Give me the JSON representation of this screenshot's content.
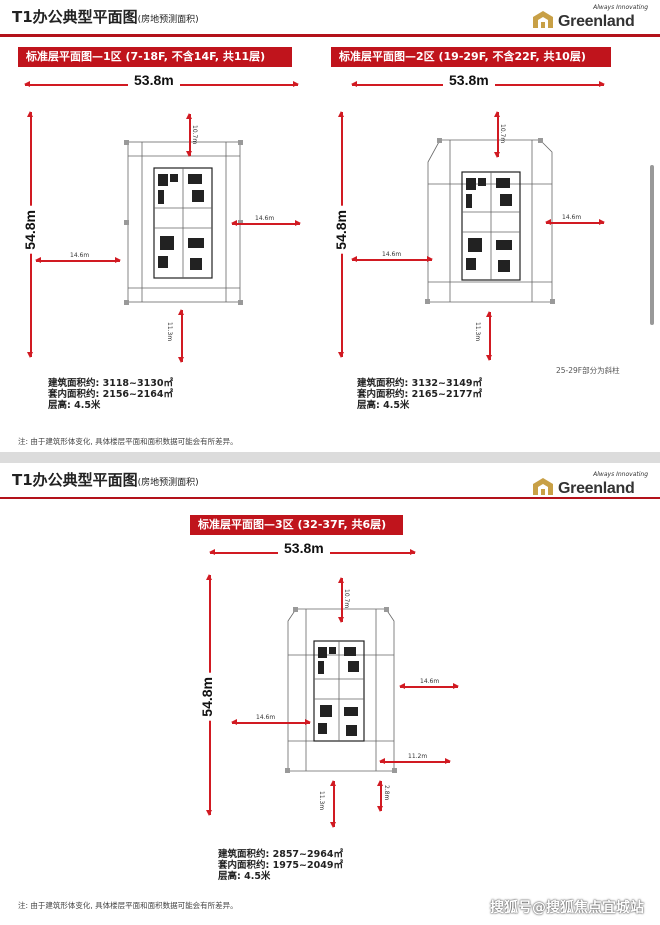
{
  "header": {
    "title": "T1办公典型平面图",
    "subtitle": "(房地预测面积)",
    "brand_tagline": "Always Innovating",
    "brand_name": "Greenland"
  },
  "zones": [
    {
      "label": "标准层平面图—1区 (7-18F, 不含14F, 共11层)",
      "width_dim": "53.8m",
      "height_dim": "54.8m",
      "left_dim": "14.6m",
      "right_dim": "14.6m",
      "top_dim": "10.7m",
      "bottom_dim": "11.3m",
      "stats": [
        "建筑面积约: 3118~3130㎡",
        "套内面积约: 2156~2164㎡",
        "层高: 4.5米"
      ]
    },
    {
      "label": "标准层平面图—2区 (19-29F, 不含22F, 共10层)",
      "width_dim": "53.8m",
      "height_dim": "54.8m",
      "left_dim": "14.6m",
      "right_dim": "14.6m",
      "top_dim": "10.7m",
      "bottom_dim": "11.3m",
      "side_note": "25-29F部分为斜柱",
      "stats": [
        "建筑面积约: 3132~3149㎡",
        "套内面积约: 2165~2177㎡",
        "层高: 4.5米"
      ]
    },
    {
      "label": "标准层平面图—3区 (32-37F, 共6层)",
      "width_dim": "53.8m",
      "height_dim": "54.8m",
      "left_dim": "14.6m",
      "right_dim": "14.6m",
      "top_dim": "10.7m",
      "bottom_dim": "11.3m",
      "extra_dim": "11.2m",
      "extra_dim2": "2.8m",
      "stats": [
        "建筑面积约: 2857~2964㎡",
        "套内面积约: 1975~2049㎡",
        "层高: 4.5米"
      ]
    }
  ],
  "note": "注: 由于建筑形体变化, 具体楼层平面和面积数据可能会有所差异。",
  "watermark": "搜狐号@搜狐焦点宜城站",
  "colors": {
    "accent": "#c0141c",
    "brand_mark": "#c8a046"
  }
}
